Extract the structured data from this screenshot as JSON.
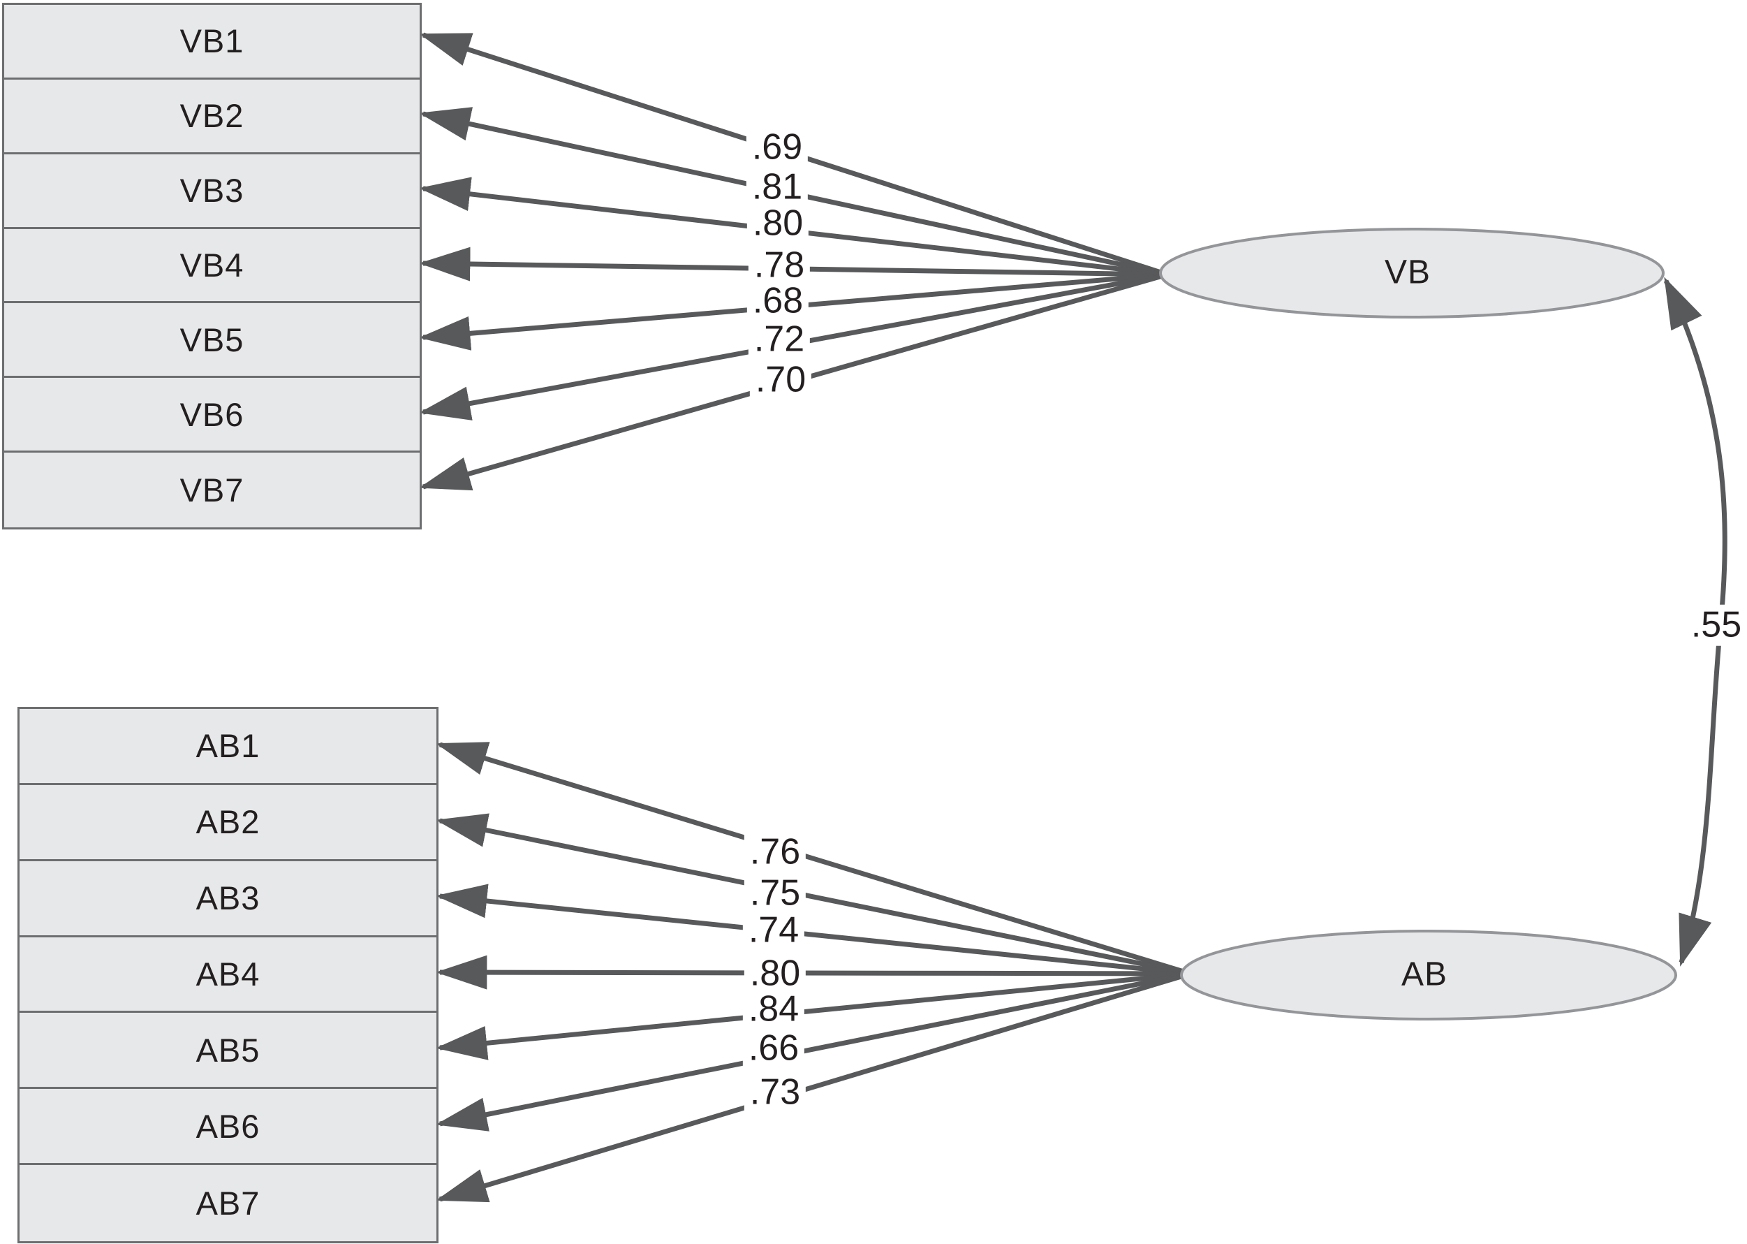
{
  "diagram": {
    "kind": "confirmatory factor analysis path diagram",
    "colors": {
      "background": "#ffffff",
      "box_fill": "#e7e8e9",
      "box_border": "#6d6e70",
      "arrow": "#58595b",
      "ellipse_fill": "#e7e8e9",
      "ellipse_stroke": "#939598",
      "text": "#231f20"
    },
    "factors": [
      {
        "label": "VB",
        "indicators": [
          {
            "label": "VB1",
            "loading": ".69"
          },
          {
            "label": "VB2",
            "loading": ".81"
          },
          {
            "label": "VB3",
            "loading": ".80"
          },
          {
            "label": "VB4",
            "loading": ".78"
          },
          {
            "label": "VB5",
            "loading": ".68"
          },
          {
            "label": "VB6",
            "loading": ".72"
          },
          {
            "label": "VB7",
            "loading": ".70"
          }
        ]
      },
      {
        "label": "AB",
        "indicators": [
          {
            "label": "AB1",
            "loading": ".76"
          },
          {
            "label": "AB2",
            "loading": ".75"
          },
          {
            "label": "AB3",
            "loading": ".74"
          },
          {
            "label": "AB4",
            "loading": ".80"
          },
          {
            "label": "AB5",
            "loading": ".84"
          },
          {
            "label": "AB6",
            "loading": ".66"
          },
          {
            "label": "AB7",
            "loading": ".73"
          }
        ]
      }
    ],
    "correlation": {
      "label": ".55"
    }
  }
}
